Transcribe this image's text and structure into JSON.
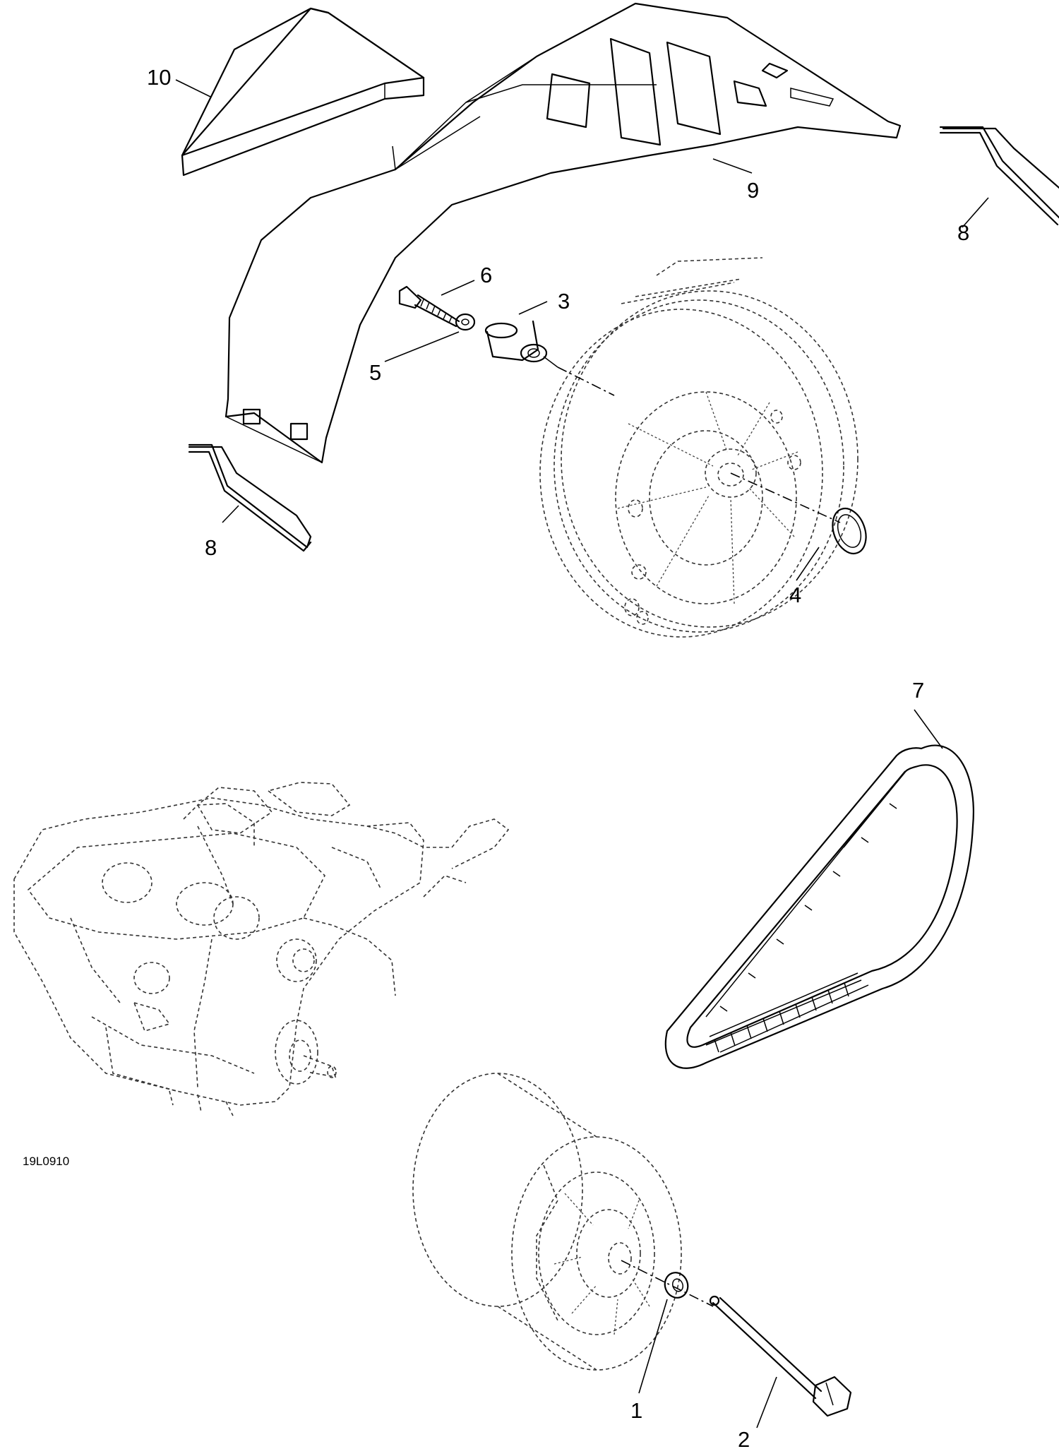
{
  "diagram_code": "19L0910",
  "callouts": {
    "c1": "1",
    "c2": "2",
    "c3": "3",
    "c4": "4",
    "c5": "5",
    "c6": "6",
    "c7": "7",
    "c8a": "8",
    "c8b": "8",
    "c9": "9",
    "c10": "10"
  }
}
